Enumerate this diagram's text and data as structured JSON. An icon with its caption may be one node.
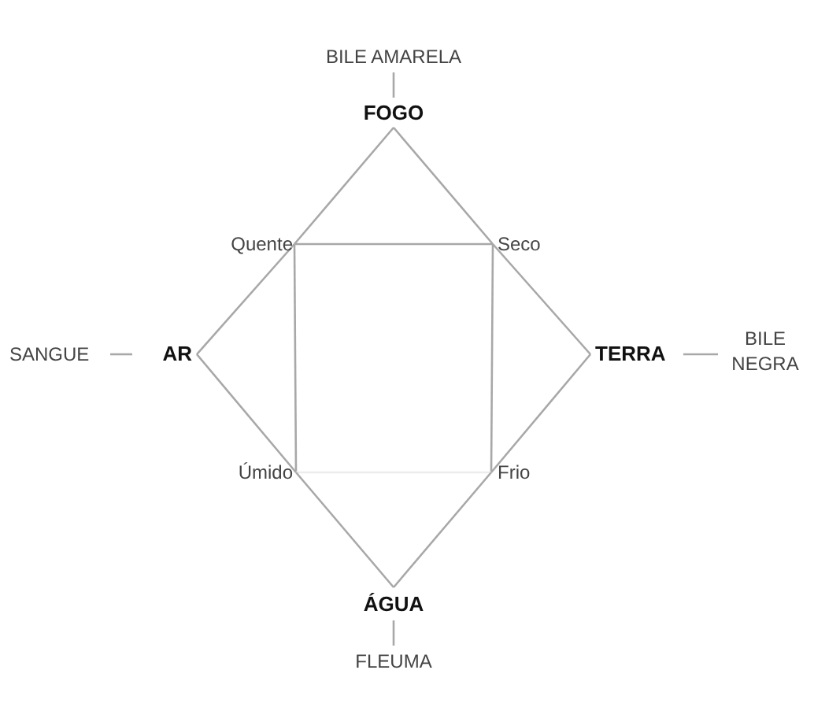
{
  "diagram": {
    "nodes": [
      {
        "text": [
          "BILE AMARELA"
        ]
      },
      {
        "text": [
          "FOGO"
        ]
      },
      {
        "text": [
          "Quente"
        ]
      },
      {
        "text": [
          "Seco"
        ]
      },
      {
        "text": [
          "SANGUE"
        ]
      },
      {
        "text": [
          "AR"
        ]
      },
      {
        "text": [
          "TERRA"
        ]
      },
      {
        "text": [
          "BILE NEGRA"
        ]
      },
      {
        "text": [
          "Úmido"
        ]
      },
      {
        "text": [
          "Frio"
        ]
      },
      {
        "text": [
          "ÁGUA"
        ]
      },
      {
        "text": [
          "FLEUMA"
        ]
      }
    ],
    "edges": [
      {
        "from": 0,
        "to": 1,
        "arrow": "none"
      },
      {
        "from": 1,
        "to": 2,
        "arrow": "none"
      },
      {
        "from": 1,
        "to": 3,
        "arrow": "none"
      },
      {
        "from": 2,
        "to": 3,
        "arrow": "none"
      },
      {
        "from": 4,
        "to": 5,
        "arrow": "none"
      },
      {
        "from": 2,
        "to": 5,
        "arrow": "none"
      },
      {
        "from": 3,
        "to": 6,
        "arrow": "none"
      },
      {
        "from": 6,
        "to": 7,
        "arrow": "none"
      },
      {
        "from": 2,
        "to": 8,
        "arrow": "none"
      },
      {
        "from": 3,
        "to": 9,
        "arrow": "none"
      },
      {
        "from": 5,
        "to": 8,
        "arrow": "none"
      },
      {
        "from": 6,
        "to": 9,
        "arrow": "none"
      },
      {
        "from": 8,
        "to": 9,
        "arrow": "none",
        "color": "#ececec"
      },
      {
        "from": 8,
        "to": 10,
        "arrow": "none"
      },
      {
        "from": 9,
        "to": 10,
        "arrow": "none"
      },
      {
        "from": 10,
        "to": 11,
        "arrow": "none"
      }
    ]
  }
}
